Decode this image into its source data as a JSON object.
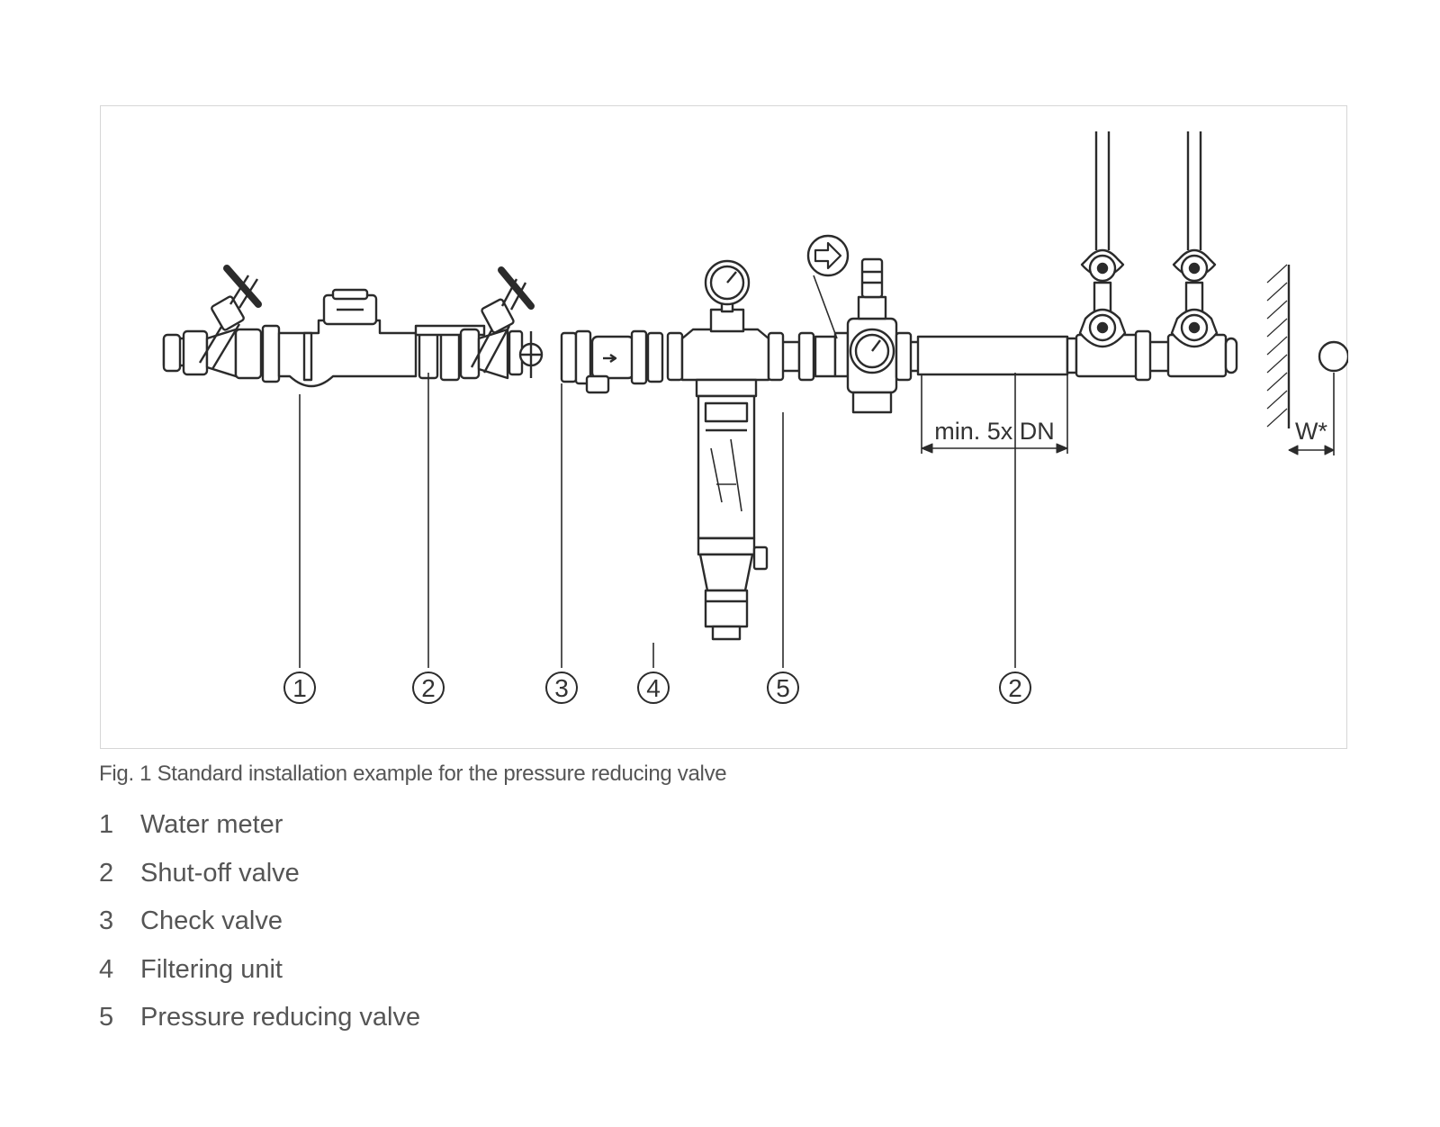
{
  "figure": {
    "callouts": [
      {
        "id": "c1",
        "number": "1"
      },
      {
        "id": "c2a",
        "number": "2"
      },
      {
        "id": "c3",
        "number": "3"
      },
      {
        "id": "c4",
        "number": "4"
      },
      {
        "id": "c5",
        "number": "5"
      },
      {
        "id": "c2b",
        "number": "2"
      }
    ],
    "dimension_label": "min. 5x DN",
    "wall_distance_label": "W*",
    "flow_direction_icon": "arrow-right-icon",
    "line_color": "#2b2b2b"
  },
  "caption": "Fig. 1 Standard installation example for the pressure reducing valve",
  "legend": [
    {
      "number": "1",
      "label": "Water meter"
    },
    {
      "number": "2",
      "label": "Shut-off valve"
    },
    {
      "number": "3",
      "label": "Check valve"
    },
    {
      "number": "4",
      "label": "Filtering unit"
    },
    {
      "number": "5",
      "label": "Pressure reducing valve"
    }
  ]
}
